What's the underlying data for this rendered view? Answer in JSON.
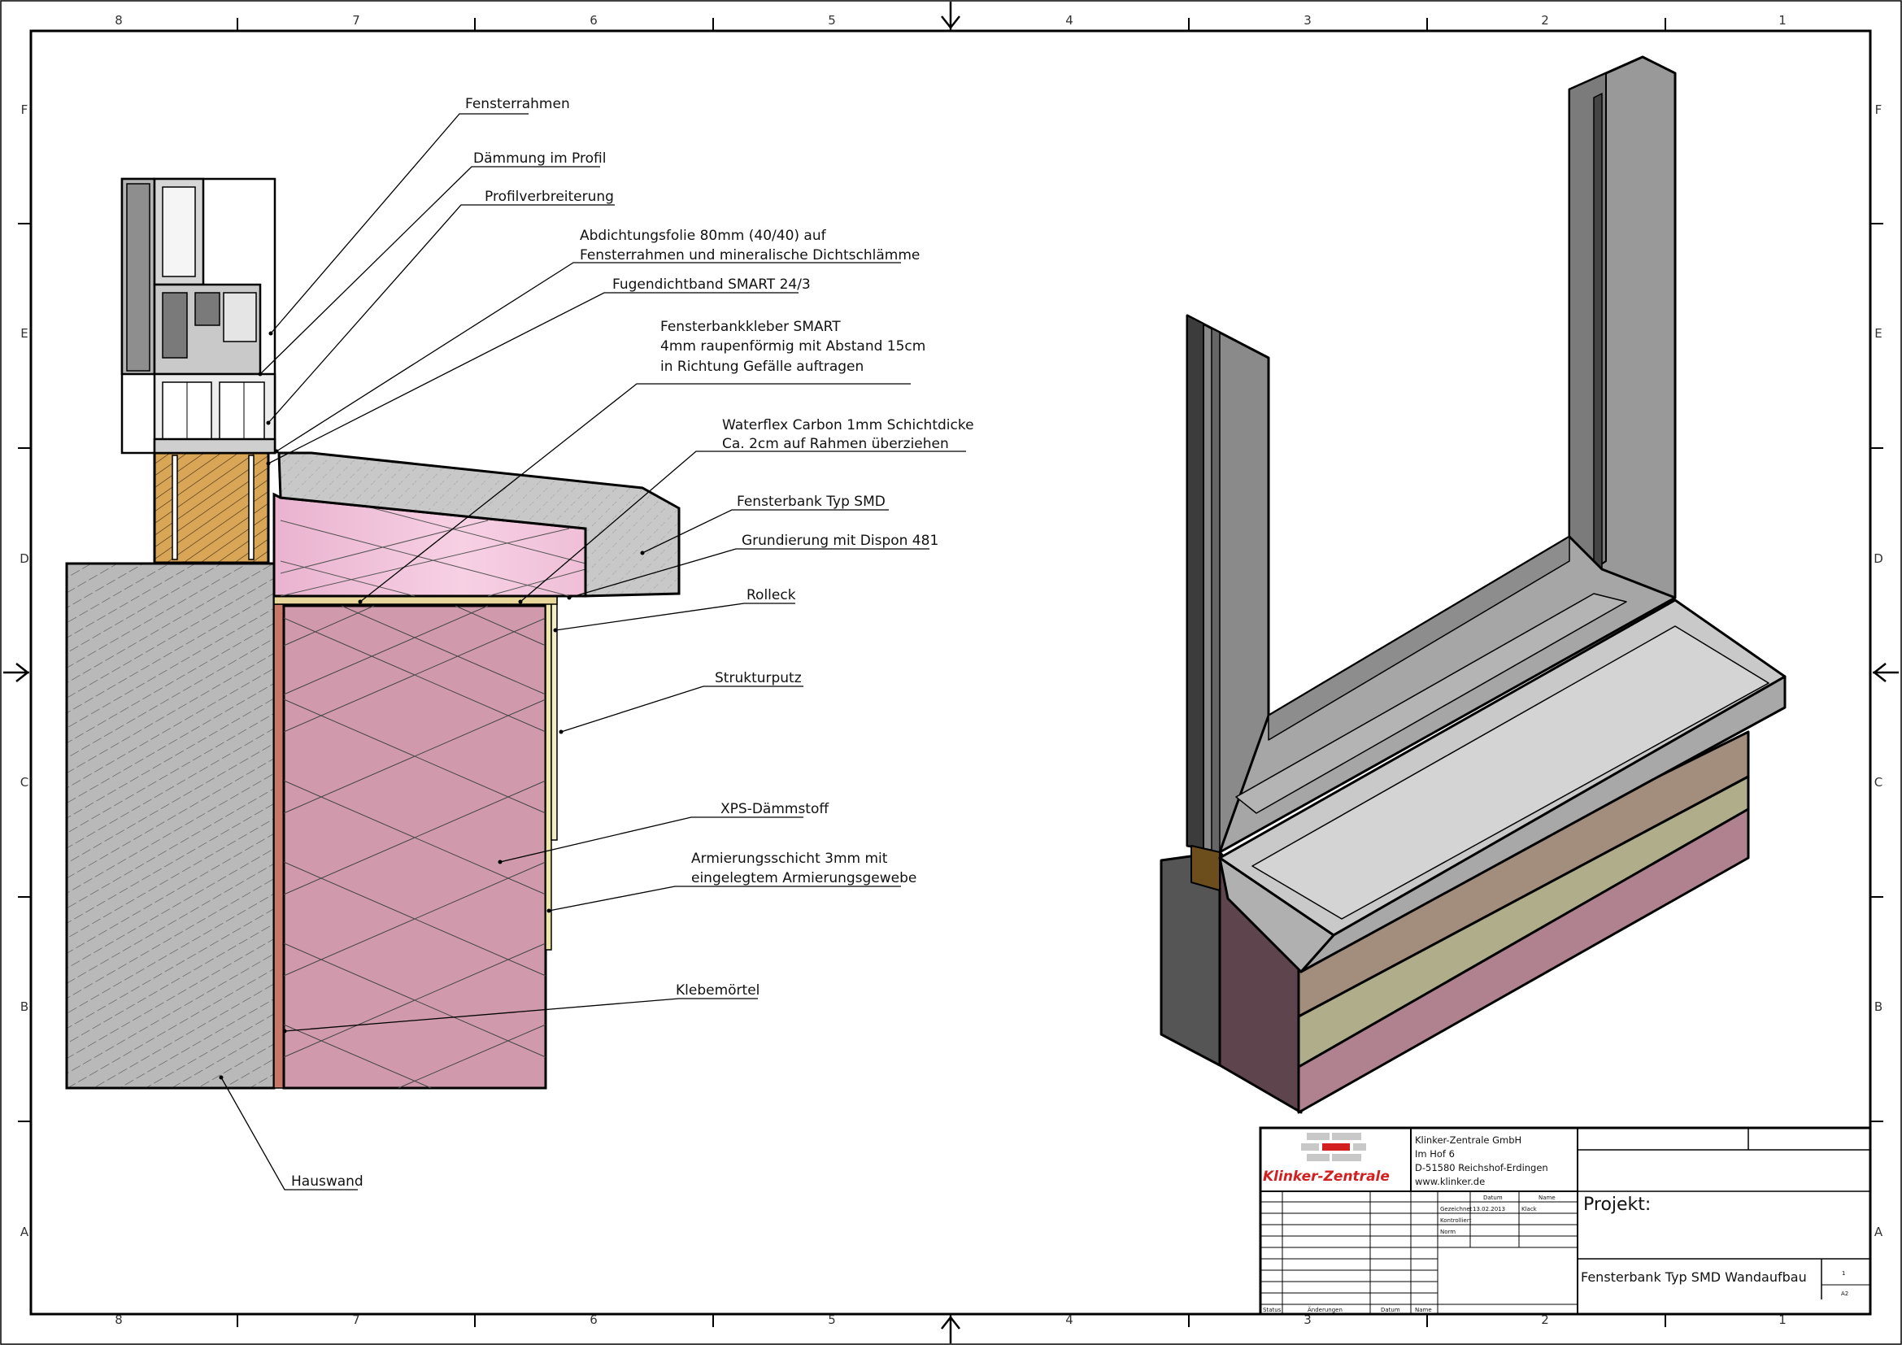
{
  "zones": {
    "columns": [
      "8",
      "7",
      "6",
      "5",
      "4",
      "3",
      "2",
      "1"
    ],
    "rows": [
      "F",
      "E",
      "D",
      "C",
      "B",
      "A"
    ]
  },
  "labels": [
    "Fensterrahmen",
    "Dämmung im Profil",
    "Profilverbreiterung",
    "Abdichtungsfolie 80mm (40/40) auf",
    "Fensterrahmen und mineralische Dichtschlämme",
    "Fugendichtband SMART 24/3",
    "Fensterbankkleber SMART",
    "4mm raupenförmig mit Abstand 15cm",
    "in Richtung Gefälle auftragen",
    "Waterflex Carbon 1mm Schichtdicke",
    "Ca. 2cm auf Rahmen überziehen",
    "Fensterbank Typ SMD",
    "Grundierung mit Dispon 481",
    "Rolleck",
    "Strukturputz",
    "XPS-Dämmstoff",
    "Armierungsschicht 3mm mit",
    "eingelegtem Armierungsgewebe",
    "Klebemörtel",
    "Hauswand"
  ],
  "title_block": {
    "logo_text": "Klinker-Zentrale",
    "company": [
      "Klinker-Zentrale GmbH",
      "Im Hof 6",
      "D-51580 Reichshof-Erdingen",
      "www.klinker.de"
    ],
    "header_datum": "Datum",
    "header_name": "Name",
    "row_labels": [
      "Gezeichnet",
      "Kontrolliert",
      "Norm"
    ],
    "drawn_date": "13.02.2013",
    "drawn_name": "Klack",
    "projekt": "Projekt:",
    "drawing_title": "Fensterbank Typ SMD Wandaufbau",
    "sheet_no": "1",
    "format": "A2",
    "bottom": [
      "Status",
      "Änderungen",
      "Datum",
      "Name"
    ]
  },
  "colors": {
    "xps": "#d09aac",
    "wall": "#b8b8b8",
    "sill": "#c9c9c9",
    "wood": "#d9a556",
    "render": "#ede6a8",
    "frame": "#9a9a9a",
    "logo_red": "#d21f1f"
  }
}
